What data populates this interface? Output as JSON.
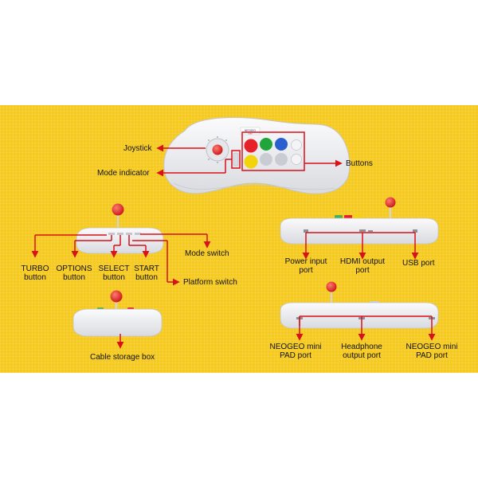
{
  "colors": {
    "background": "#f5c91e",
    "callout": "#d8111b",
    "controller": "#eeeef0",
    "ball_top": "#e32a2a",
    "button_red": "#e8202a",
    "button_green": "#1fa53a",
    "button_blue": "#2a5fd0",
    "button_yellow": "#f3d40a",
    "button_gray": "#c9ccd3"
  },
  "icons": [
    "arcade-stick-top-view",
    "arcade-stick-front-view",
    "arcade-stick-rear-view",
    "arcade-stick-side-view"
  ],
  "top_view": {
    "joystick_label": "Joystick",
    "mode_indicator_label": "Mode indicator",
    "buttons_label": "Buttons",
    "logo_top": "NEOGEO",
    "logo_bottom": "mini"
  },
  "front_view": {
    "turbo_label": [
      "TURBO",
      "button"
    ],
    "options_label": [
      "OPTIONS",
      "button"
    ],
    "select_label": [
      "SELECT",
      "button"
    ],
    "start_label": [
      "START",
      "button"
    ],
    "mode_switch_label": "Mode switch",
    "platform_switch_label": "Platform switch"
  },
  "rear_view": {
    "power_label": [
      "Power input",
      "port"
    ],
    "hdmi_label": [
      "HDMI output",
      "port"
    ],
    "usb_label": "USB port"
  },
  "side_view": {
    "cable_box_label": "Cable storage box"
  },
  "bottom_rear_view": {
    "pad_port_left_label": [
      "NEOGEO mini",
      "PAD port"
    ],
    "headphone_label": [
      "Headphone",
      "output port"
    ],
    "pad_port_right_label": [
      "NEOGEO mini",
      "PAD port"
    ]
  }
}
